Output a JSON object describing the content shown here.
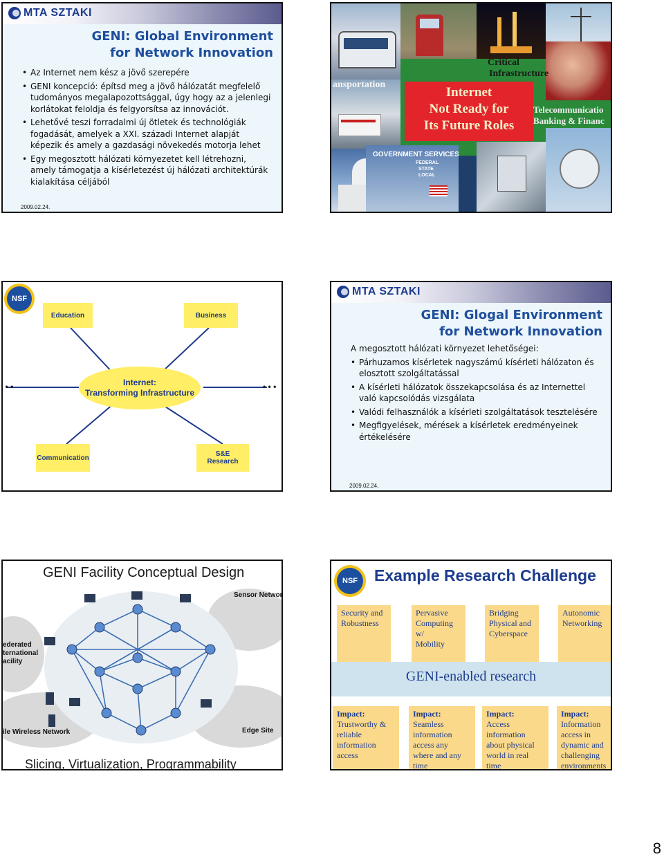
{
  "page_number": "8",
  "slide1": {
    "logo": "MTA SZTAKI",
    "title_line1": "GENI: Global Environment",
    "title_line2": "for Network Innovation",
    "bullets": [
      "Az Internet nem kész a jövő szerepére",
      "GENI koncepció: építsd meg a jövő hálózatát megfelelő tudományos megalapozottsággal, úgy hogy az a jelenlegi korlátokat feloldja és felgyorsítsa  az innovációt.",
      "Lehetővé teszi forradalmi új ötletek és technológiák fogadását, amelyek a XXI. századi Internet alapját képezik és amely a gazdasági növekedés motorja lehet",
      "Egy megosztott hálózati környezetet kell létrehozni, amely támogatja a kísérletezést új hálózati architektúrák kialakítása céljából"
    ],
    "date": "2009.02.24."
  },
  "slide2": {
    "center_lines": [
      "Internet",
      "Not Ready for",
      "Its Future Roles"
    ],
    "label_transportation": "ansportation",
    "label_critical": "Critical",
    "label_infrastructure": "Infrastructure",
    "label_telecom": "Telecommunicatio",
    "label_banking": "Banking & Financ",
    "gov_services": "GOVERNMENT SERVICES",
    "gov_small": [
      "FEDERAL",
      "STATE",
      "LOCAL"
    ]
  },
  "slide3": {
    "logo": "NSF",
    "center_line1": "Internet:",
    "center_line2": "Transforming Infrastructure",
    "education": "Education",
    "business": "Business",
    "communication": "Communication",
    "se_line1": "S&E",
    "se_line2": "Research",
    "dots": "• • •"
  },
  "slide4": {
    "logo": "MTA SZTAKI",
    "title_line1": "GENI: Glogal Environment",
    "title_line2": "for Network Innovation",
    "intro": "A megosztott hálózati környezet lehetőségei:",
    "bullets": [
      "Párhuzamos kísérletek nagyszámú kísérleti hálózaton és elosztott szolgáltatással",
      "A kísérleti hálózatok összekapcsolása és az Internettel való kapcsolódás vizsgálata",
      "Valódi felhasználók a kísérleti szolgáltatások tesztelésére",
      "Megfigyelések, mérések a kísérletek eredményeinek értékelésére"
    ],
    "date": "2009.02.24."
  },
  "slide5": {
    "title": "GENI Facility Conceptual Design",
    "footer": "Slicing, Virtualization, Programmability",
    "sensor": "Sensor Networ",
    "federated": [
      "ederated",
      "ternational",
      "acility"
    ],
    "wireless": "ile Wireless Network",
    "edge": "Edge Site"
  },
  "slide6": {
    "logo": "NSF",
    "title": "Example Research Challenge",
    "columns": [
      [
        "Security and",
        "Robustness"
      ],
      [
        "Pervasive",
        "Computing w/",
        "Mobility"
      ],
      [
        "Bridging",
        "Physical and",
        "Cyberspace"
      ],
      [
        "Autonomic",
        "Networking"
      ]
    ],
    "band": "GENI-enabled research",
    "impacts": [
      {
        "head": "Impact:",
        "lines": [
          "Trustworthy &",
          "reliable",
          "information",
          "access"
        ]
      },
      {
        "head": "Impact:",
        "lines": [
          "Seamless",
          "information",
          "access any",
          "where and any",
          "time"
        ]
      },
      {
        "head": "Impact:",
        "lines": [
          "Access",
          "information",
          "about physical",
          "world in real",
          "time"
        ]
      },
      {
        "head": "Impact:",
        "lines": [
          "Information",
          "access in",
          "dynamic and",
          "challenging",
          "environments"
        ]
      }
    ]
  }
}
